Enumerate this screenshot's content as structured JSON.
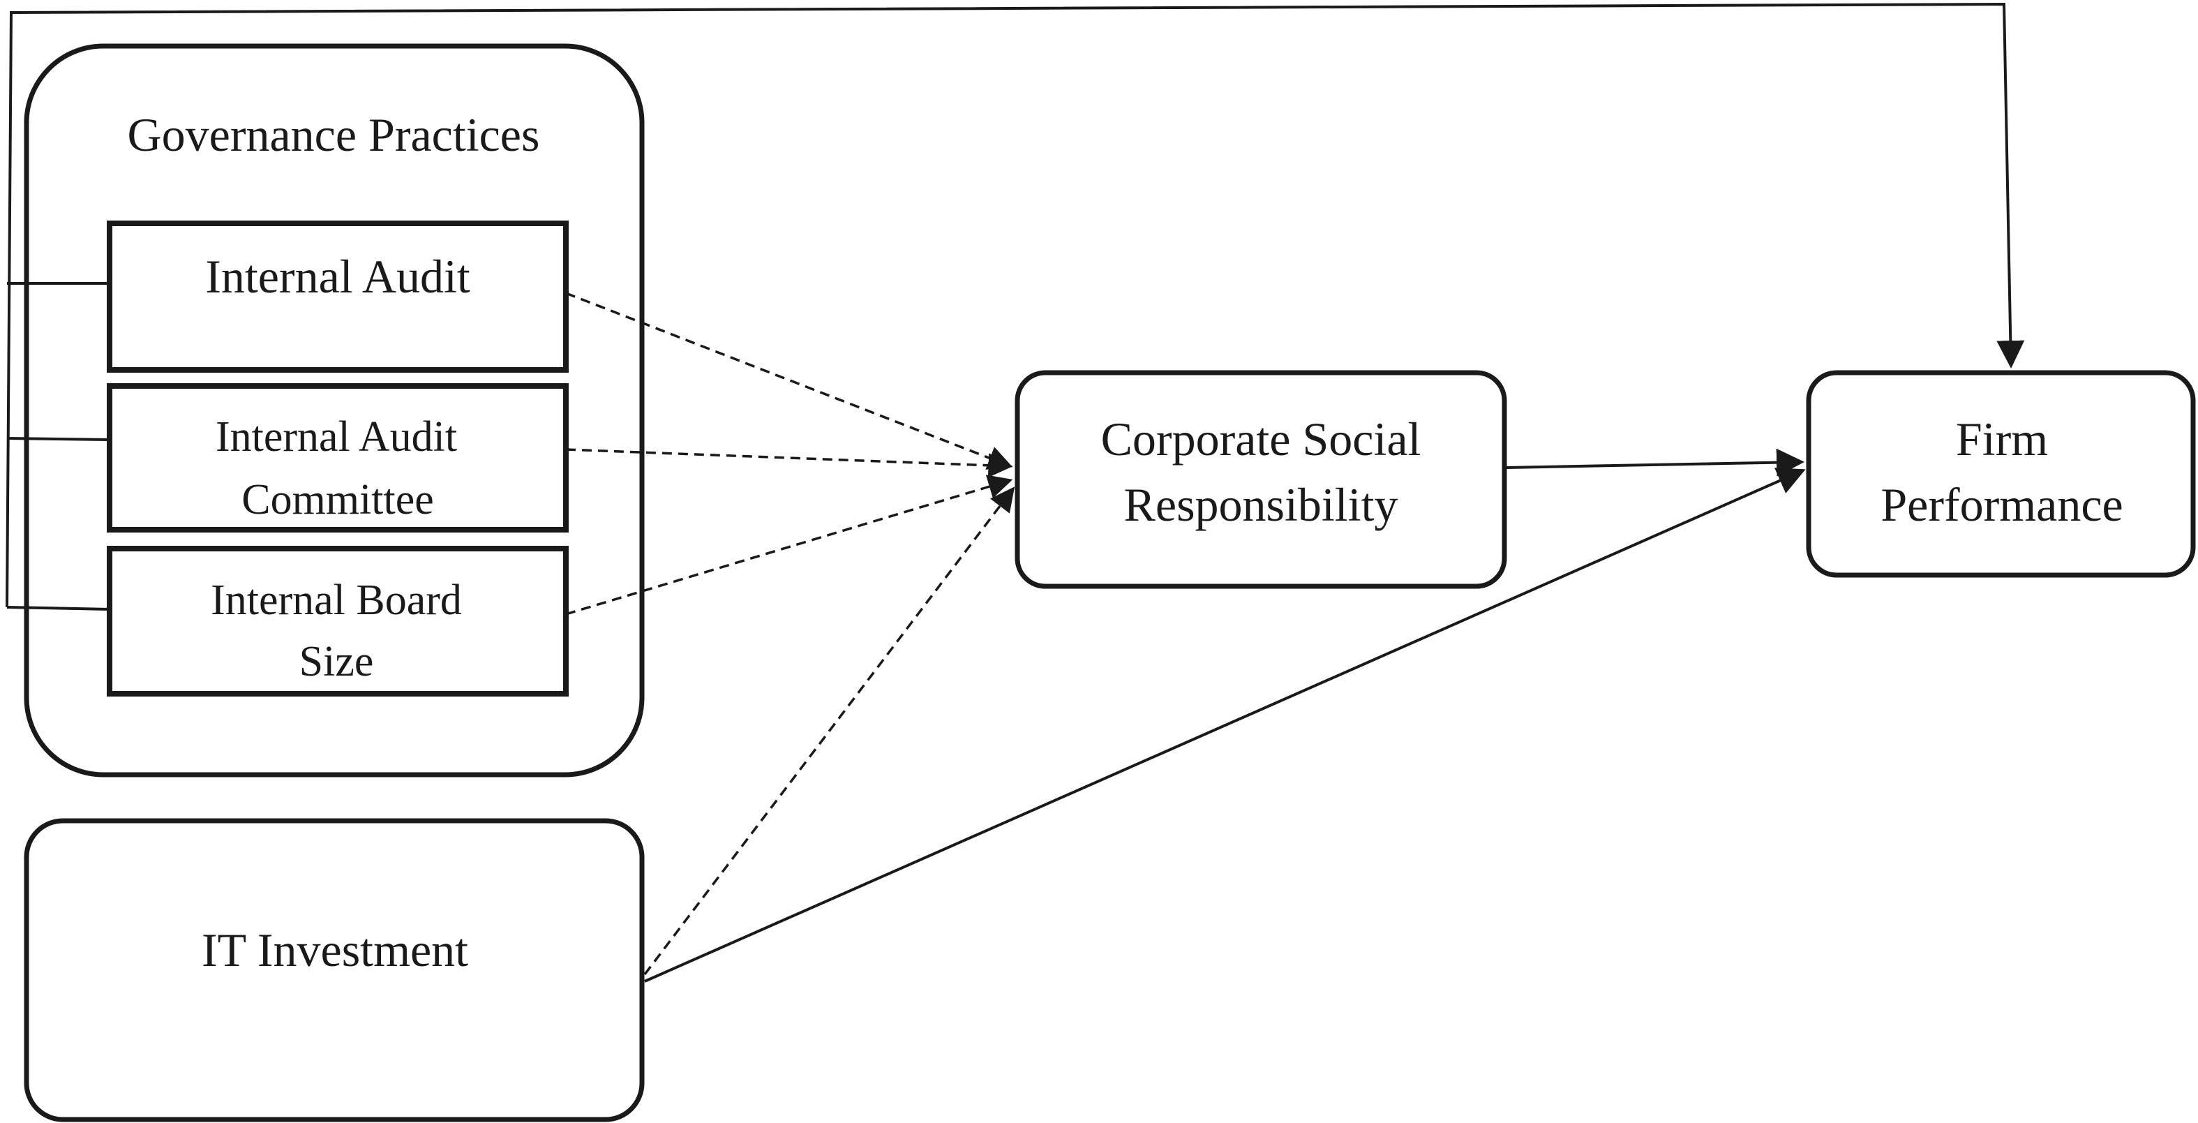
{
  "diagram": {
    "group_title": "Governance Practices",
    "nodes": {
      "internal_audit": {
        "lines": [
          "Internal Audit"
        ]
      },
      "internal_audit_committee": {
        "lines": [
          "Internal Audit",
          "Committee"
        ]
      },
      "internal_board_size": {
        "lines": [
          "Internal Board",
          "Size"
        ]
      },
      "it_investment": {
        "lines": [
          "IT Investment"
        ]
      },
      "csr": {
        "lines": [
          "Corporate Social",
          "Responsibility"
        ]
      },
      "firm_performance": {
        "lines": [
          "Firm",
          "Performance"
        ]
      }
    },
    "edges": [
      {
        "from": "internal_audit",
        "to": "csr",
        "style": "dashed"
      },
      {
        "from": "internal_audit_committee",
        "to": "csr",
        "style": "dashed"
      },
      {
        "from": "internal_board_size",
        "to": "csr",
        "style": "dashed"
      },
      {
        "from": "it_investment",
        "to": "csr",
        "style": "dashed"
      },
      {
        "from": "csr",
        "to": "firm_performance",
        "style": "solid"
      },
      {
        "from": "it_investment",
        "to": "firm_performance",
        "style": "solid"
      },
      {
        "from": "governance_practices",
        "to": "firm_performance",
        "style": "solid"
      }
    ],
    "colors": {
      "stroke": "#1a1a1a",
      "background": "#ffffff"
    }
  }
}
